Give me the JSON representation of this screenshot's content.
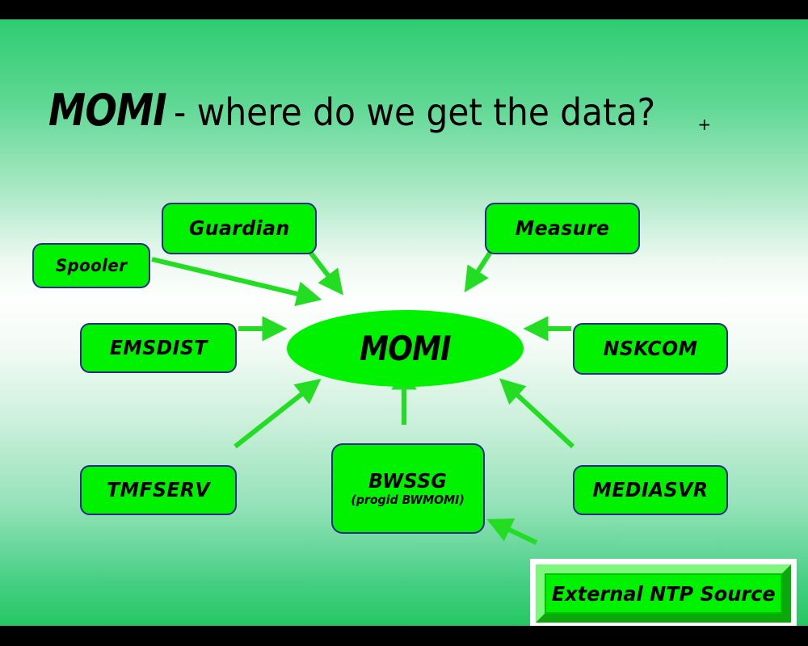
{
  "slide": {
    "title": {
      "emphasis": "MOMI",
      "rest": " - where do we get the data?",
      "superscript": "+"
    },
    "colors": {
      "node_fill": "#00F200",
      "node_border": "#2A2A8C",
      "arrow": "#22DD22",
      "background_top": "#2ECC71",
      "background_middle": "#FDFFFE",
      "background_bottom": "#26C762",
      "letterbox": "#000000",
      "ntp_frame_outer": "#FFFFFF",
      "ntp_bevel_light": "#7FF77F",
      "ntp_bevel_dark": "#0AA80A"
    },
    "center": {
      "label": "MOMI",
      "shape": "ellipse"
    },
    "nodes": [
      {
        "id": "spooler",
        "label": "Spooler",
        "sublabel": ""
      },
      {
        "id": "guardian",
        "label": "Guardian",
        "sublabel": ""
      },
      {
        "id": "measure",
        "label": "Measure",
        "sublabel": ""
      },
      {
        "id": "emsdist",
        "label": "EMSDIST",
        "sublabel": ""
      },
      {
        "id": "nskcom",
        "label": "NSKCOM",
        "sublabel": ""
      },
      {
        "id": "tmfserv",
        "label": "TMFSERV",
        "sublabel": ""
      },
      {
        "id": "bwssg",
        "label": "BWSSG",
        "sublabel": "(progid BWMOMI)"
      },
      {
        "id": "mediasvr",
        "label": "MEDIASVR",
        "sublabel": ""
      },
      {
        "id": "ntp",
        "label": "External NTP Source",
        "sublabel": ""
      }
    ],
    "edges": [
      {
        "from": "spooler",
        "to": "momi"
      },
      {
        "from": "guardian",
        "to": "momi"
      },
      {
        "from": "measure",
        "to": "momi"
      },
      {
        "from": "emsdist",
        "to": "momi"
      },
      {
        "from": "nskcom",
        "to": "momi"
      },
      {
        "from": "tmfserv",
        "to": "momi"
      },
      {
        "from": "bwssg",
        "to": "momi"
      },
      {
        "from": "mediasvr",
        "to": "momi"
      },
      {
        "from": "ntp",
        "to": "bwssg"
      }
    ]
  }
}
